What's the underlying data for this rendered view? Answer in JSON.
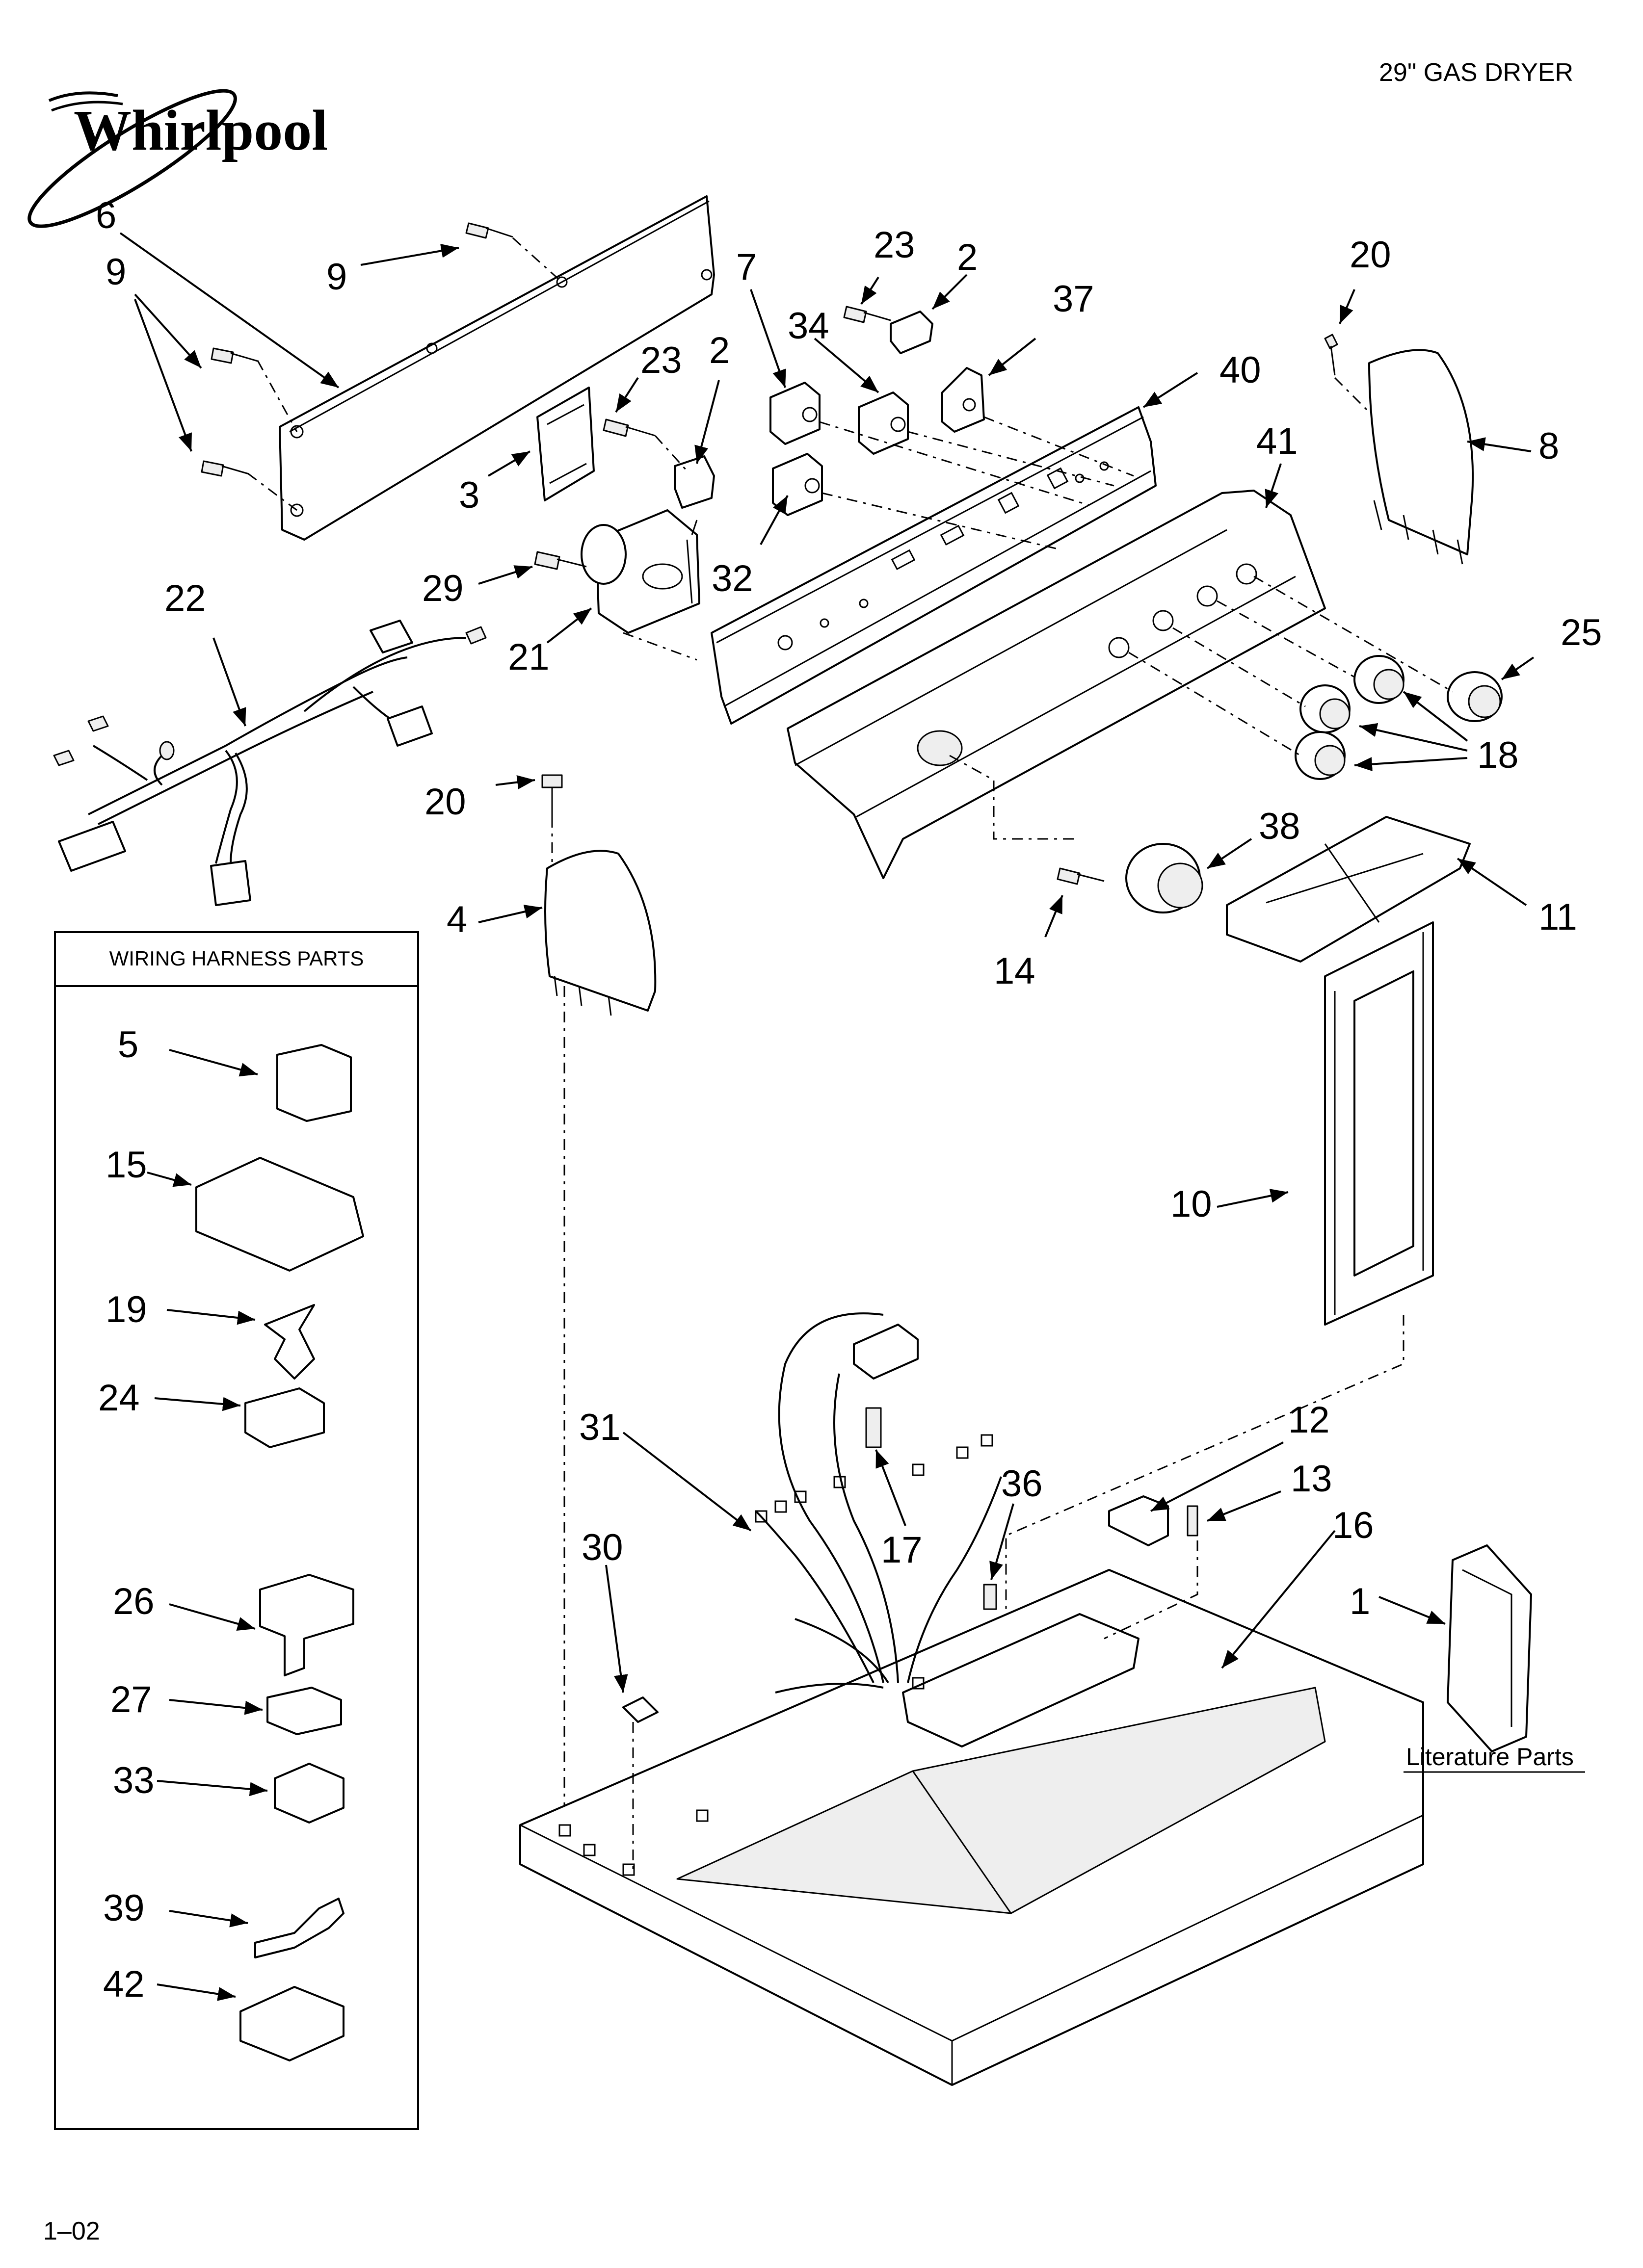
{
  "header": {
    "brand": "Whirlpool",
    "model_title": "29\" GAS DRYER"
  },
  "wiring_box": {
    "title": "WIRING HARNESS PARTS"
  },
  "literature": {
    "label": "Literature Parts"
  },
  "footer": {
    "page_code": "1–02"
  },
  "callouts": {
    "c6": "6",
    "c9a": "9",
    "c9b": "9",
    "c23a": "23",
    "c2a": "2",
    "c3": "3",
    "c29": "29",
    "c21": "21",
    "c22": "22",
    "c7": "7",
    "c23b": "23",
    "c2b": "2",
    "c34": "34",
    "c37": "37",
    "c32": "32",
    "c40": "40",
    "c41": "41",
    "c20a": "20",
    "c8": "8",
    "c25": "25",
    "c18": "18",
    "c20b": "20",
    "c4": "4",
    "c38": "38",
    "c14": "14",
    "c11": "11",
    "c10": "10",
    "c12": "12",
    "c13": "13",
    "c36": "36",
    "c31": "31",
    "c17": "17",
    "c16": "16",
    "c1": "1",
    "c30": "30",
    "w5": "5",
    "w15": "15",
    "w19": "19",
    "w24": "24",
    "w26": "26",
    "w27": "27",
    "w33": "33",
    "w39": "39",
    "w42": "42"
  },
  "icons": {
    "brand_logo": "whirlpool-swirl-logo",
    "arrow": "leader-arrow"
  }
}
